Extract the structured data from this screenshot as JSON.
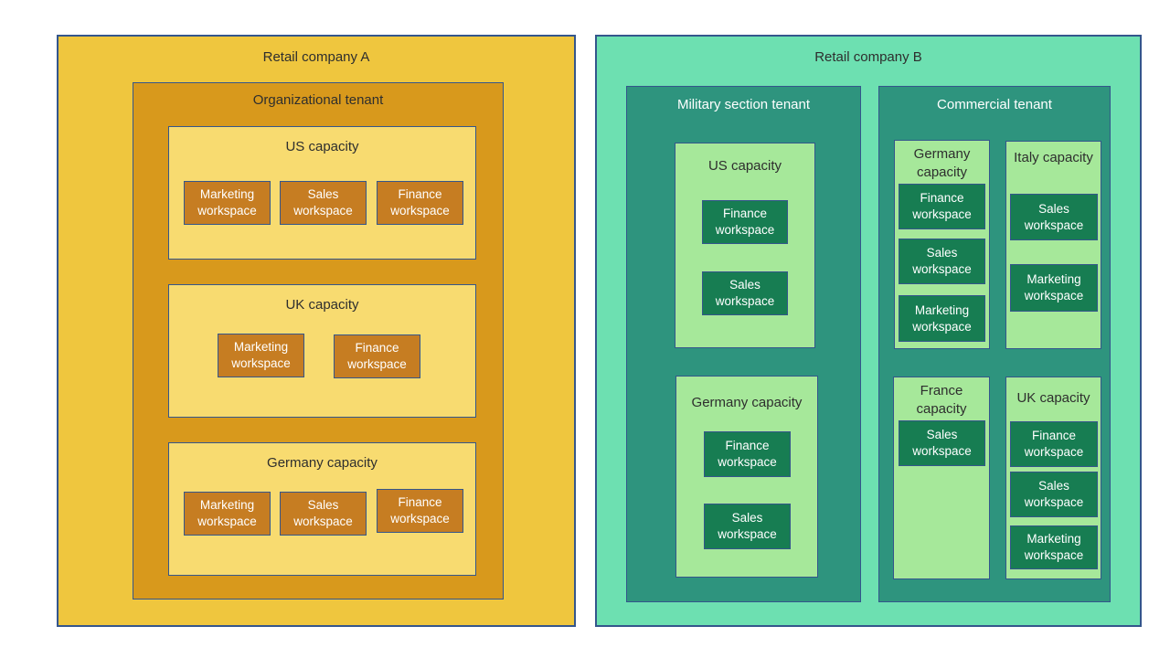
{
  "colors": {
    "company_a_bg": "#efc63e",
    "tenant_a_bg": "#d8991c",
    "capacity_a_bg": "#f8db70",
    "workspace_a_bg": "#c67d22",
    "company_b_bg": "#6de0b1",
    "tenant_b_bg": "#2e947e",
    "capacity_b_bg": "#a6e89a",
    "workspace_b_bg": "#177d52",
    "border": "#34568c",
    "text_dark": "#2e2e2e",
    "text_light": "#ffffff"
  },
  "companies": [
    {
      "name": "Retail company A",
      "tenants": [
        {
          "name": "Organizational tenant",
          "capacities": [
            {
              "name": "US capacity",
              "workspaces": [
                "Marketing workspace",
                "Sales workspace",
                "Finance workspace"
              ]
            },
            {
              "name": "UK capacity",
              "workspaces": [
                "Marketing workspace",
                "Finance workspace"
              ]
            },
            {
              "name": "Germany capacity",
              "workspaces": [
                "Marketing workspace",
                "Sales workspace",
                "Finance workspace"
              ]
            }
          ]
        }
      ]
    },
    {
      "name": "Retail company B",
      "tenants": [
        {
          "name": "Military section tenant",
          "capacities": [
            {
              "name": "US capacity",
              "workspaces": [
                "Finance workspace",
                "Sales workspace"
              ]
            },
            {
              "name": "Germany capacity",
              "workspaces": [
                "Finance workspace",
                "Sales workspace"
              ]
            }
          ]
        },
        {
          "name": "Commercial tenant",
          "capacities": [
            {
              "name": "Germany capacity",
              "workspaces": [
                "Finance workspace",
                "Sales workspace",
                "Marketing workspace"
              ]
            },
            {
              "name": "Italy capacity",
              "workspaces": [
                "Sales workspace",
                "Marketing workspace"
              ]
            },
            {
              "name": "France capacity",
              "workspaces": [
                "Sales workspace"
              ]
            },
            {
              "name": "UK capacity",
              "workspaces": [
                "Finance workspace",
                "Sales workspace",
                "Marketing workspace"
              ]
            }
          ]
        }
      ]
    }
  ]
}
